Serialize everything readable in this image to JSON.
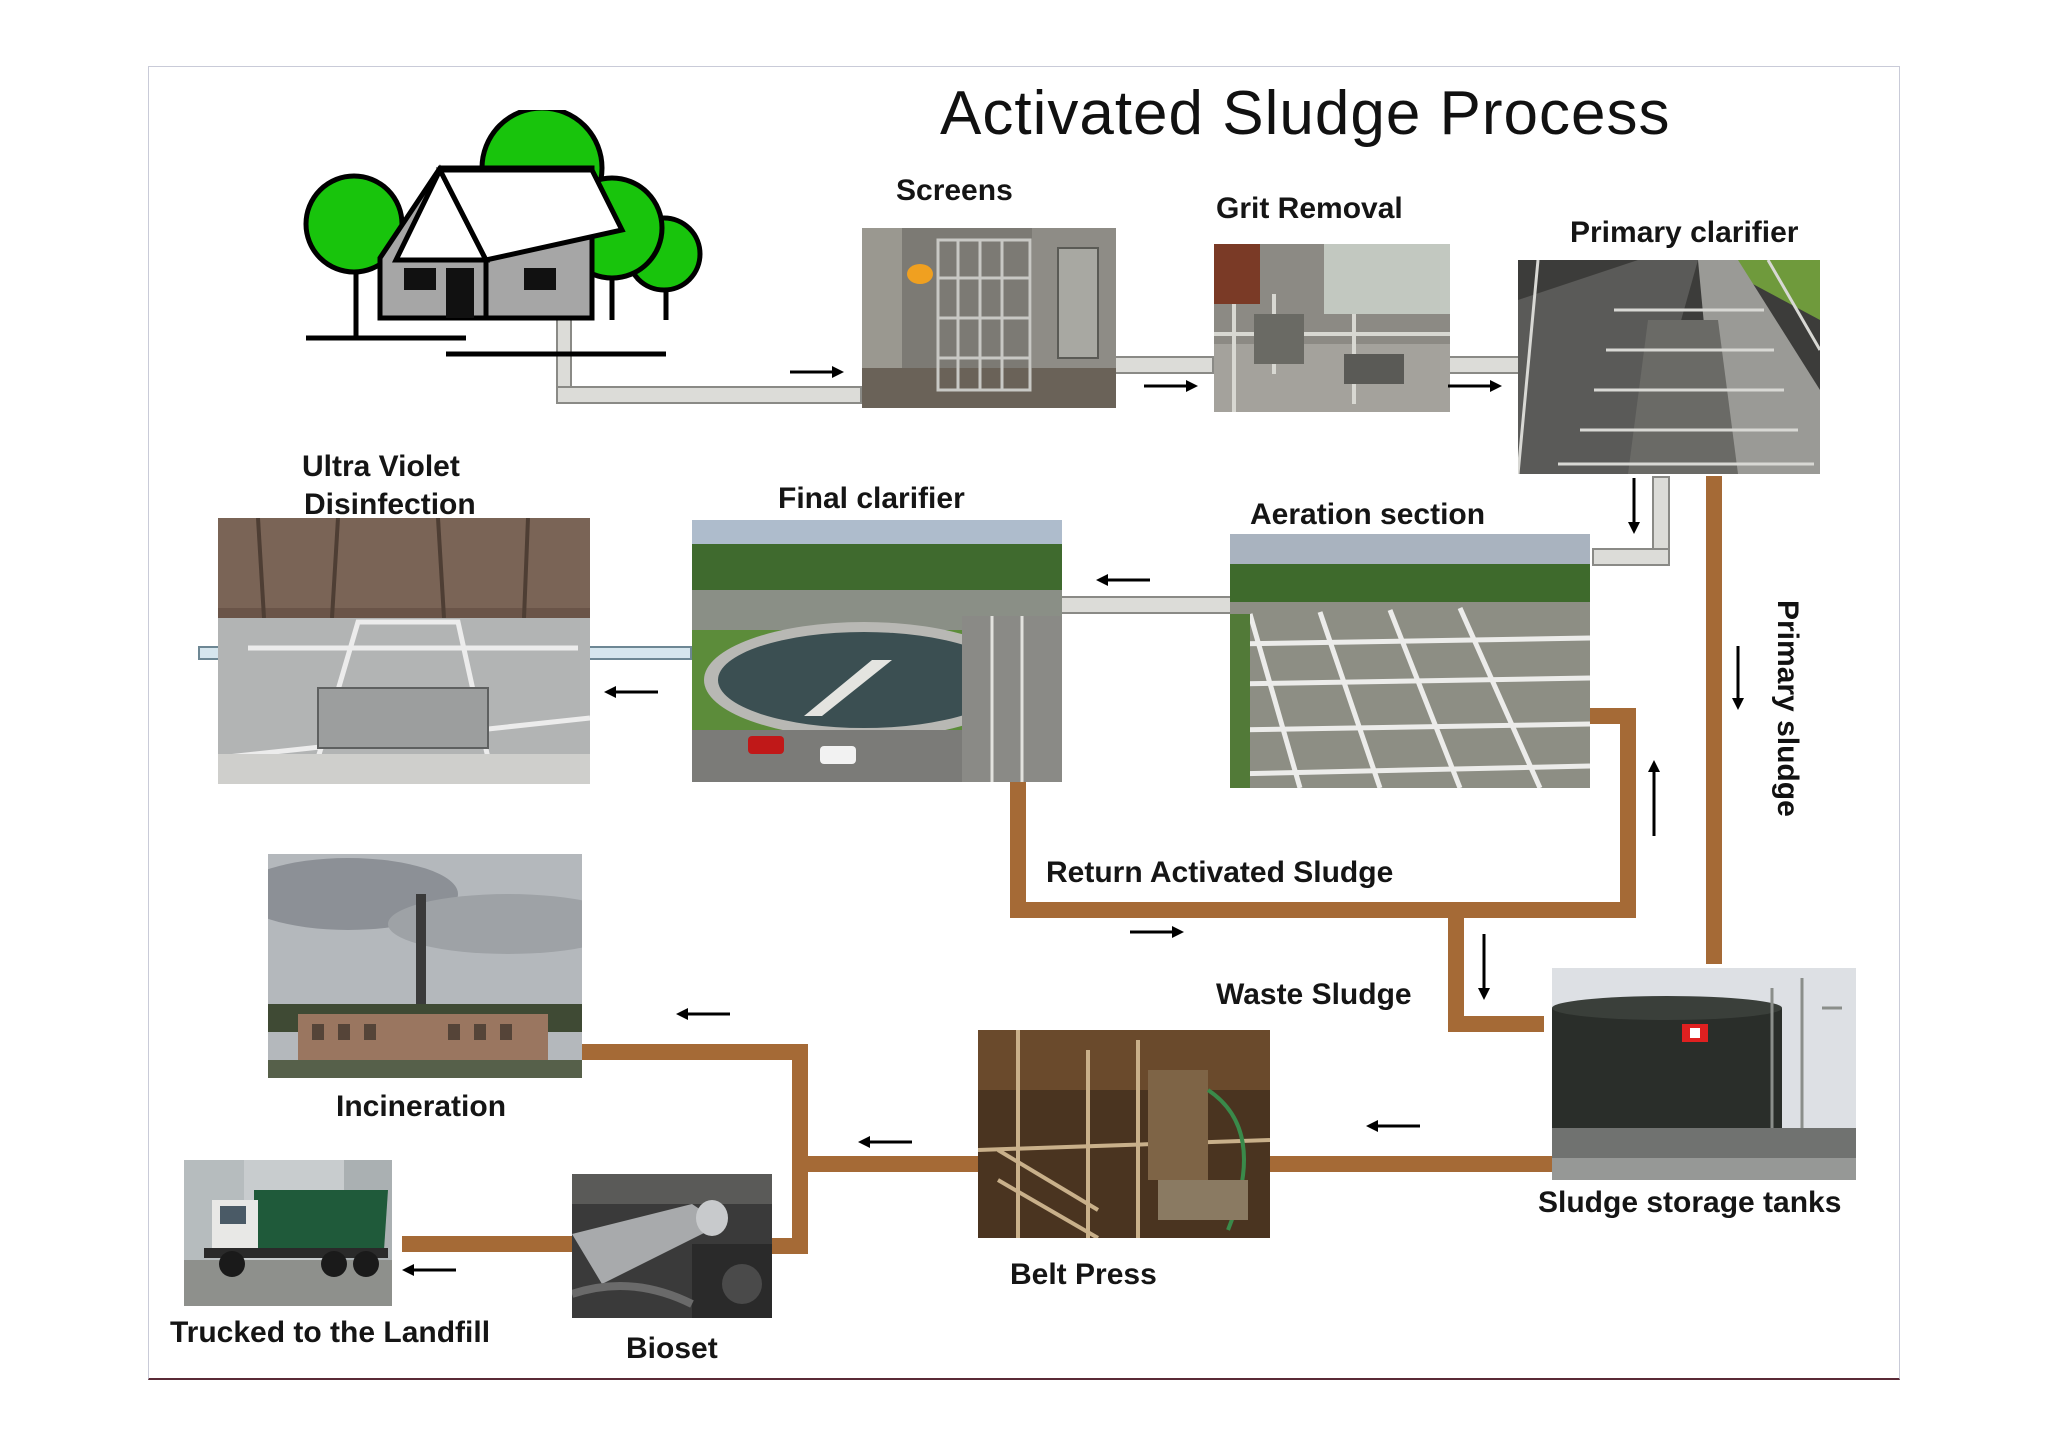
{
  "diagram": {
    "title": "Activated Sludge Process",
    "stages": {
      "screens": "Screens",
      "grit_removal": "Grit Removal",
      "primary_clarifier": "Primary clarifier",
      "uv_line1": "Ultra Violet",
      "uv_line2": "Disinfection",
      "final_clarifier": "Final clarifier",
      "aeration_section": "Aeration section",
      "incineration": "Incineration",
      "sludge_storage": "Sludge storage tanks",
      "belt_press": "Belt Press",
      "bioset": "Bioset",
      "landfill": "Trucked to the Landfill"
    },
    "flows": {
      "primary_sludge": "Primary sludge",
      "return_activated_sludge": "Return Activated Sludge",
      "waste_sludge": "Waste Sludge"
    },
    "colors": {
      "sludge_pipe": "#a56a36",
      "water_pipe": "#dcdcd8",
      "tree_green": "#18c40c",
      "house_grey": "#a6a6a6"
    }
  }
}
